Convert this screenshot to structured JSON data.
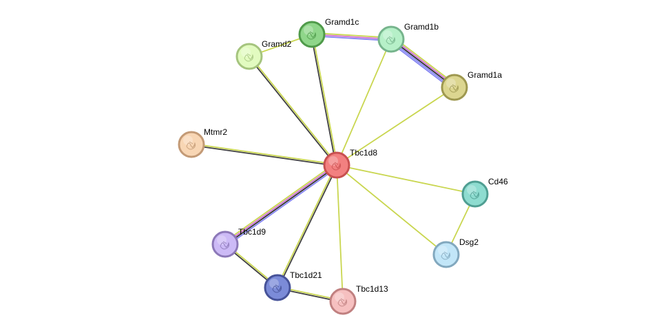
{
  "network": {
    "nodes": [
      {
        "id": "Tbc1d8",
        "label": "Tbc1d8",
        "color": "#f28080",
        "border": "#c85050",
        "query": true
      },
      {
        "id": "Gramd1c",
        "label": "Gramd1c",
        "color": "#8fd68a",
        "border": "#4f9a4a"
      },
      {
        "id": "Gramd1b",
        "label": "Gramd1b",
        "color": "#b6f0c8",
        "border": "#76b48c"
      },
      {
        "id": "Gramd2",
        "label": "Gramd2",
        "color": "#e2fbc0",
        "border": "#a5c47e"
      },
      {
        "id": "Gramd1a",
        "label": "Gramd1a",
        "color": "#dcd690",
        "border": "#9e9850"
      },
      {
        "id": "Mtmr2",
        "label": "Mtmr2",
        "color": "#f8d6b4",
        "border": "#c39a76"
      },
      {
        "id": "Cd46",
        "label": "Cd46",
        "color": "#8edcd0",
        "border": "#4f9e92"
      },
      {
        "id": "Dsg2",
        "label": "Dsg2",
        "color": "#c2e6f8",
        "border": "#82a8be"
      },
      {
        "id": "Tbc1d9",
        "label": "Tbc1d9",
        "color": "#ccbaf6",
        "border": "#8c78b8"
      },
      {
        "id": "Tbc1d21",
        "label": "Tbc1d21",
        "color": "#7b8bd8",
        "border": "#465298"
      },
      {
        "id": "Tbc1d13",
        "label": "Tbc1d13",
        "color": "#f6c0c0",
        "border": "#c08080"
      }
    ],
    "edges": [
      {
        "from": "Gramd1c",
        "to": "Gramd1b",
        "colors": [
          "#c9d64f",
          "#d070d0",
          "#8585f2"
        ]
      },
      {
        "from": "Gramd1b",
        "to": "Gramd1a",
        "colors": [
          "#c9d64f",
          "#d070d0",
          "#303030",
          "#8585f2",
          "#8585f2"
        ]
      },
      {
        "from": "Gramd2",
        "to": "Gramd1c",
        "colors": [
          "#c9d64f"
        ]
      },
      {
        "from": "Gramd2",
        "to": "Tbc1d8",
        "colors": [
          "#c9d64f",
          "#404040"
        ]
      },
      {
        "from": "Gramd1c",
        "to": "Tbc1d8",
        "colors": [
          "#c9d64f",
          "#404040"
        ]
      },
      {
        "from": "Gramd1b",
        "to": "Tbc1d8",
        "colors": [
          "#c9d64f"
        ]
      },
      {
        "from": "Gramd1a",
        "to": "Tbc1d8",
        "colors": [
          "#c9d64f"
        ]
      },
      {
        "from": "Mtmr2",
        "to": "Tbc1d8",
        "colors": [
          "#c9d64f",
          "#404040"
        ]
      },
      {
        "from": "Cd46",
        "to": "Tbc1d8",
        "colors": [
          "#c9d64f"
        ]
      },
      {
        "from": "Dsg2",
        "to": "Tbc1d8",
        "colors": [
          "#c9d64f"
        ]
      },
      {
        "from": "Cd46",
        "to": "Dsg2",
        "colors": [
          "#c9d64f"
        ]
      },
      {
        "from": "Tbc1d9",
        "to": "Tbc1d8",
        "colors": [
          "#c9d64f",
          "#d070d0",
          "#303030",
          "#8585f2"
        ]
      },
      {
        "from": "Tbc1d21",
        "to": "Tbc1d8",
        "colors": [
          "#c9d64f",
          "#404040"
        ]
      },
      {
        "from": "Tbc1d13",
        "to": "Tbc1d8",
        "colors": [
          "#c9d64f"
        ]
      },
      {
        "from": "Tbc1d9",
        "to": "Tbc1d21",
        "colors": [
          "#c9d64f",
          "#404040"
        ]
      },
      {
        "from": "Tbc1d21",
        "to": "Tbc1d13",
        "colors": [
          "#c9d64f",
          "#404040"
        ]
      }
    ]
  }
}
